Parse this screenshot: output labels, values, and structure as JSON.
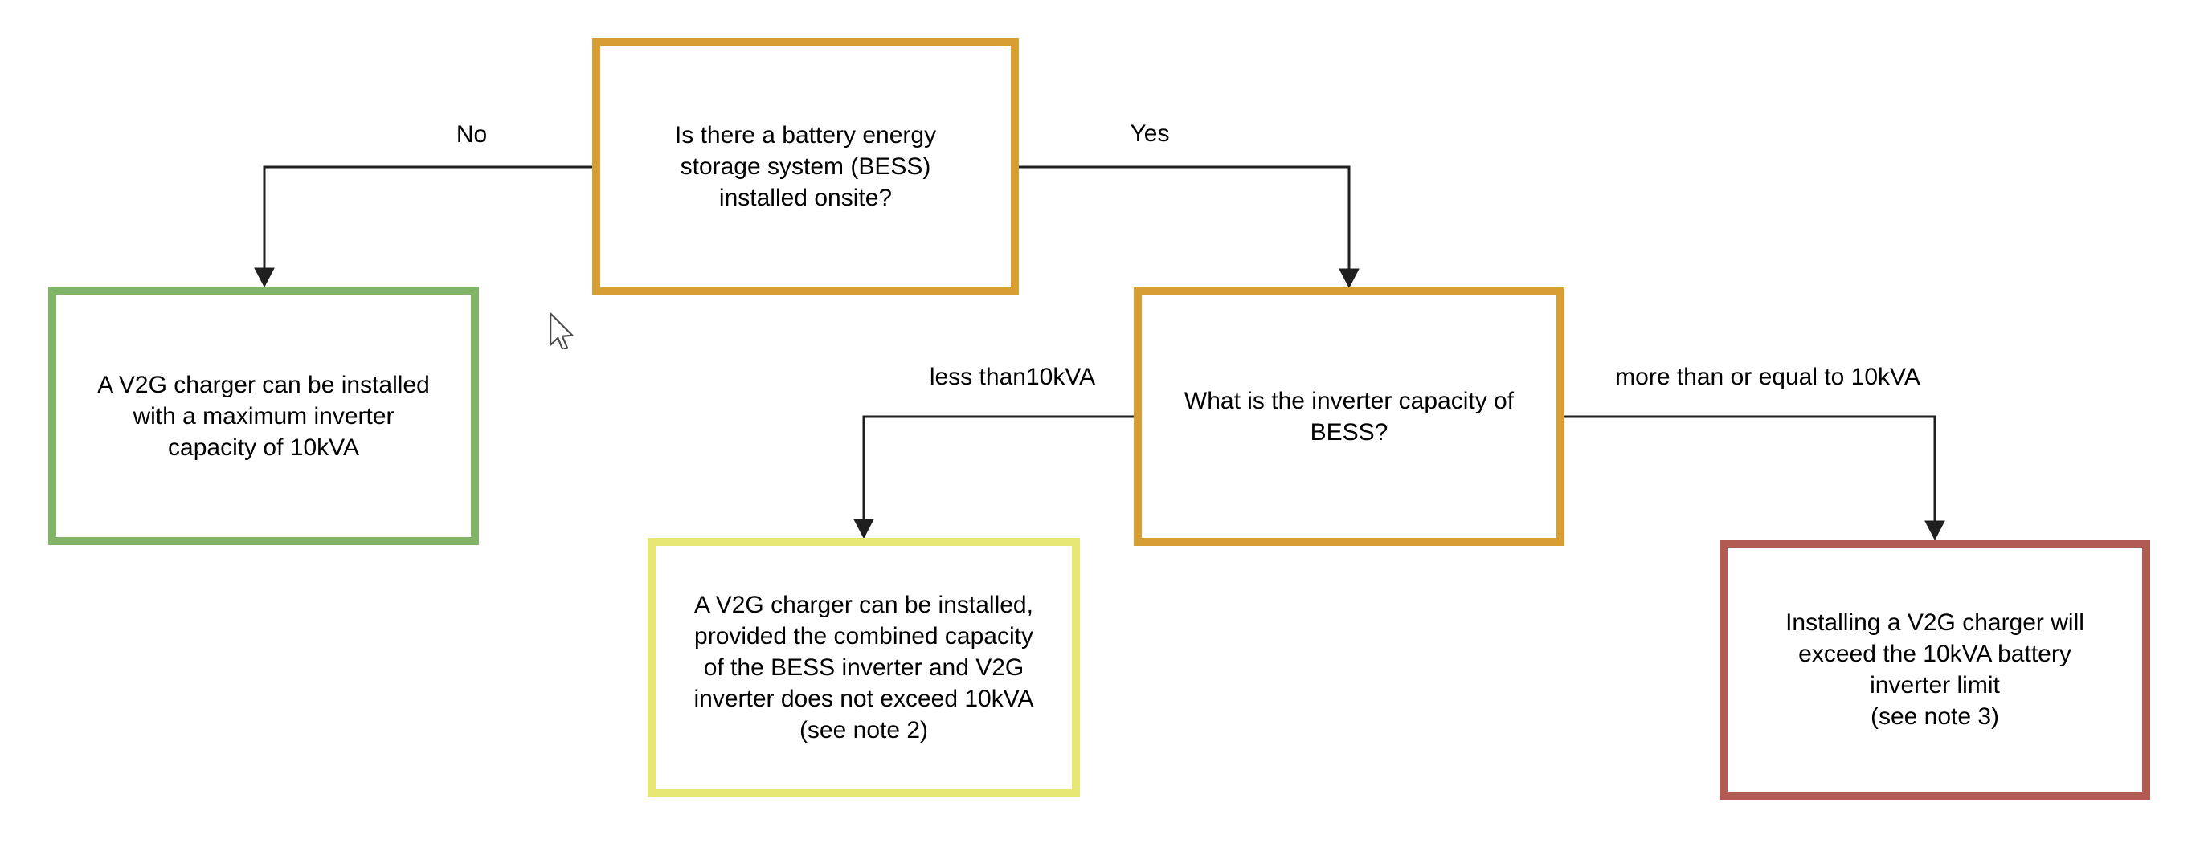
{
  "flowchart": {
    "background_color": "#ffffff",
    "connector_color": "#1f1f1f",
    "text_color": "#000000",
    "nodes": {
      "q1": {
        "role": "decision",
        "text": "Is there a battery energy\nstorage system (BESS)\ninstalled onsite?",
        "border_color": "#D79E33"
      },
      "no_result": {
        "role": "outcome",
        "text": "A V2G charger can be installed\nwith a maximum inverter\ncapacity of 10kVA",
        "border_color": "#82B366"
      },
      "q2": {
        "role": "decision",
        "text": "What is the inverter capacity of\nBESS?",
        "border_color": "#D79E33"
      },
      "combined_result": {
        "role": "outcome",
        "text": "A V2G charger can be installed,\nprovided the combined capacity\nof the BESS inverter and V2G\ninverter does not exceed 10kVA\n(see note 2)",
        "border_color": "#E7E873"
      },
      "exceed_result": {
        "role": "outcome",
        "text": "Installing a V2G charger will\nexceed the 10kVA battery\ninverter limit\n(see note 3)",
        "border_color": "#B25B55"
      }
    },
    "edges": {
      "no": {
        "label": "No",
        "from": "q1",
        "to": "no_result"
      },
      "yes": {
        "label": "Yes",
        "from": "q1",
        "to": "q2"
      },
      "less": {
        "label": "less than10kVA",
        "from": "q2",
        "to": "combined_result"
      },
      "more": {
        "label": "more than or equal to 10kVA",
        "from": "q2",
        "to": "exceed_result"
      }
    },
    "cursor": "pointer-arrow"
  }
}
